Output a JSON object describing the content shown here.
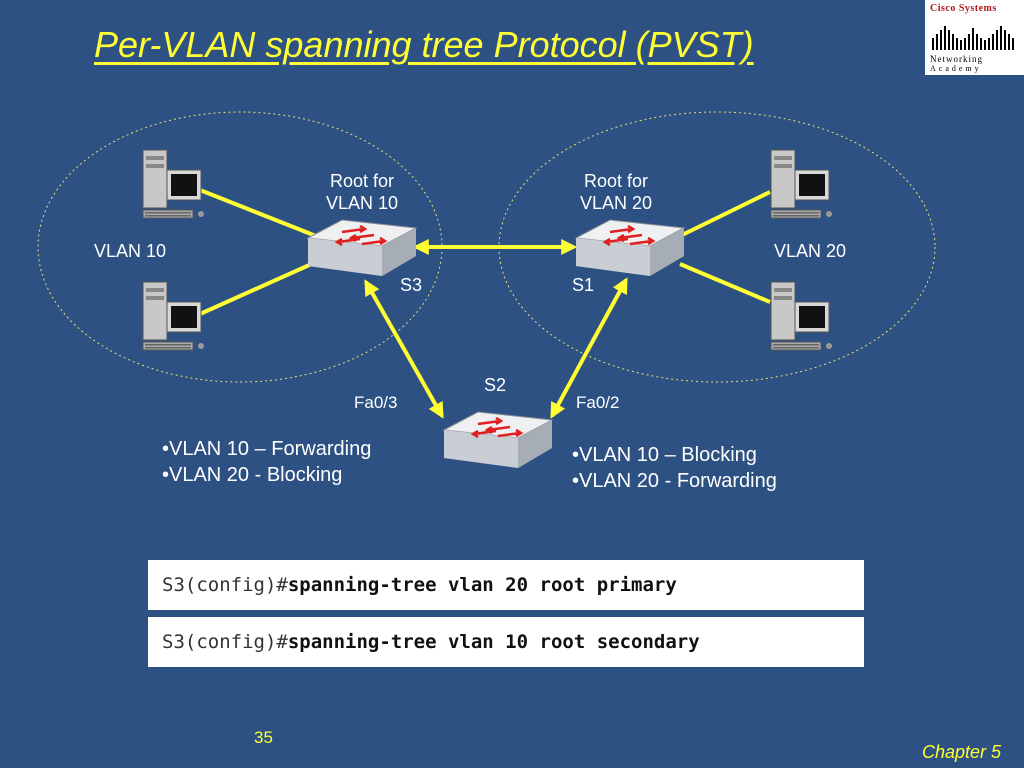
{
  "title": "Per-VLAN spanning tree  Protocol (PVST)",
  "logo": {
    "line1": "Cisco Systems",
    "line2": "Networking",
    "line3": "Academy"
  },
  "diagram": {
    "vlan_labels": {
      "left": "VLAN 10",
      "right": "VLAN 20"
    },
    "switches": {
      "s3": {
        "name": "S3",
        "role_line1": "Root for",
        "role_line2": "VLAN 10"
      },
      "s1": {
        "name": "S1",
        "role_line1": "Root for",
        "role_line2": "VLAN 20"
      },
      "s2": {
        "name": "S2"
      }
    },
    "ports": {
      "left": "Fa0/3",
      "right": "Fa0/2"
    },
    "status_left": [
      "•VLAN 10 – Forwarding",
      "•VLAN 20 - Blocking"
    ],
    "status_right": [
      "•VLAN 10 – Blocking",
      "•VLAN 20 - Forwarding"
    ],
    "colors": {
      "link": "#ffff33",
      "background": "#2d5183",
      "text": "#ffffff"
    }
  },
  "commands": [
    {
      "prompt": "S3(config)#",
      "text": "spanning-tree vlan 20 root primary"
    },
    {
      "prompt": "S3(config)#",
      "text": "spanning-tree vlan 10 root secondary"
    }
  ],
  "footer": {
    "page_number": "35",
    "chapter": "Chapter 5"
  }
}
